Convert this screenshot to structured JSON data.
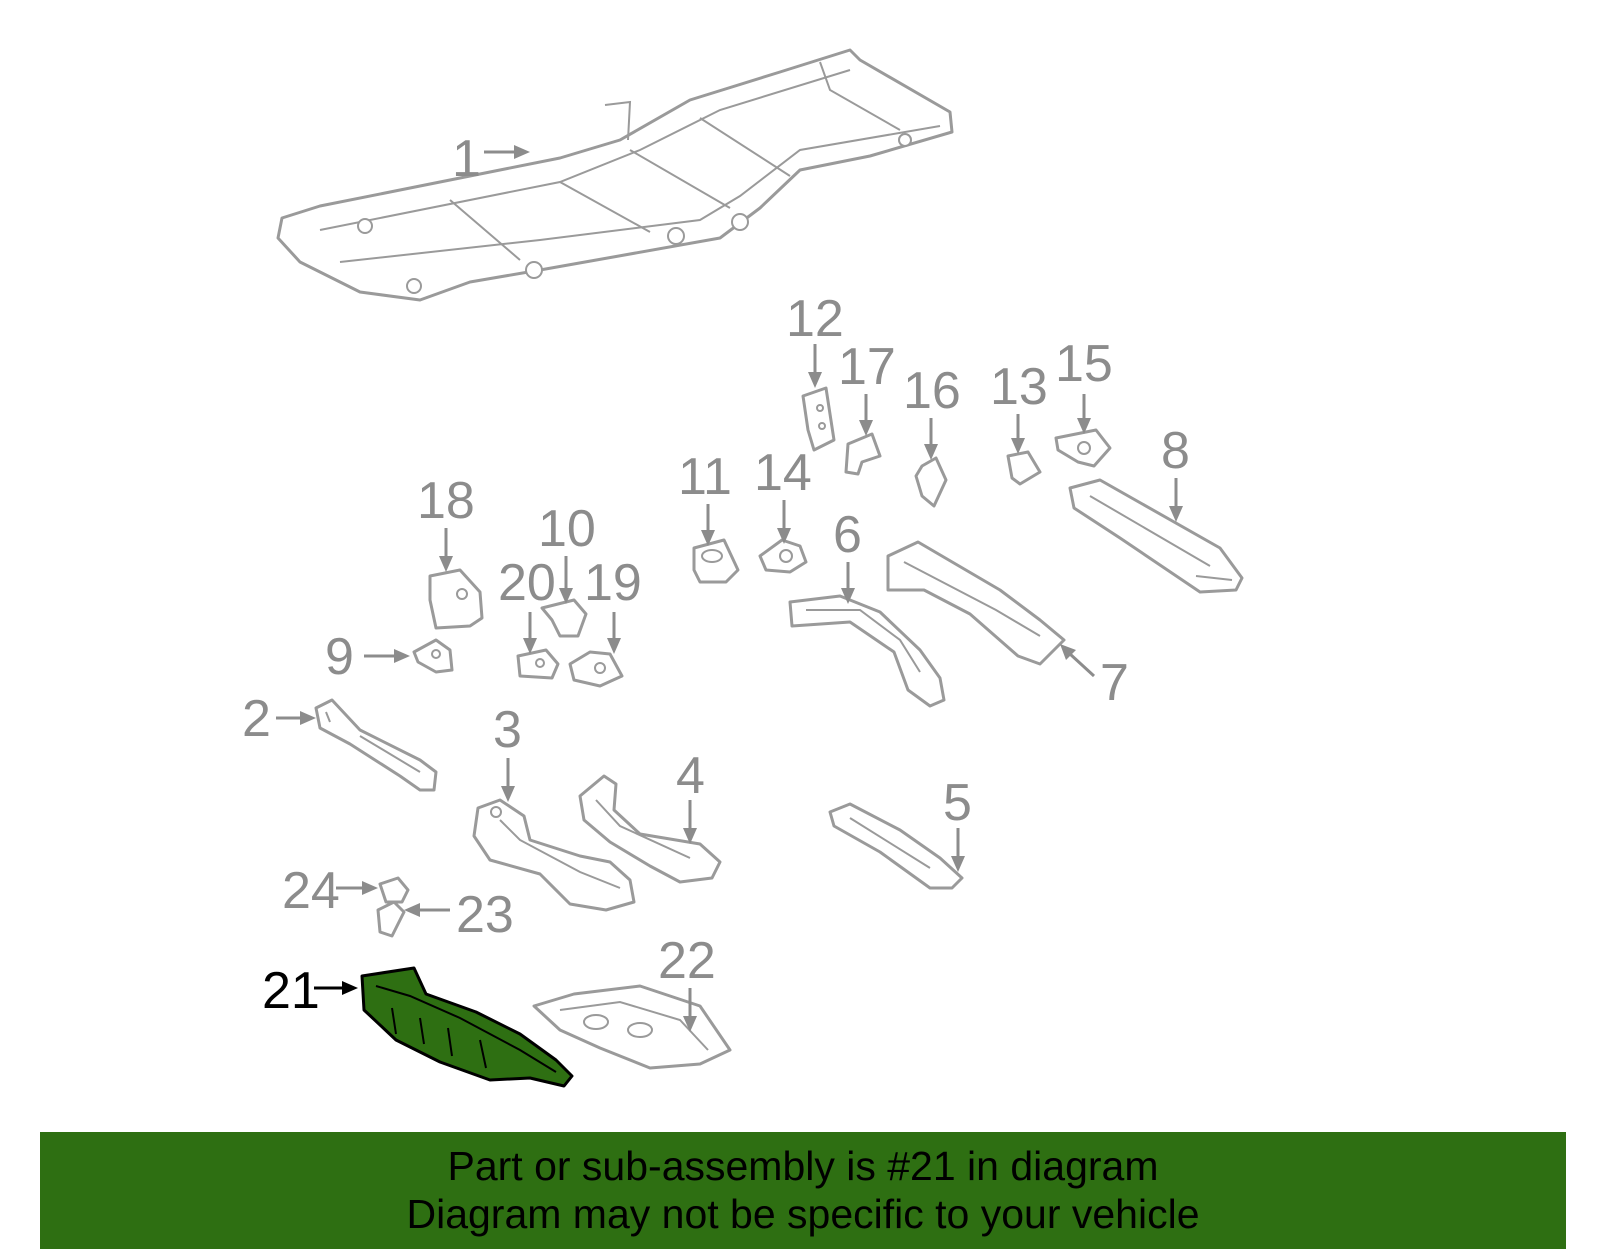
{
  "callouts": [
    "1",
    "2",
    "3",
    "4",
    "5",
    "6",
    "7",
    "8",
    "9",
    "10",
    "11",
    "12",
    "13",
    "14",
    "15",
    "16",
    "17",
    "18",
    "19",
    "20",
    "21",
    "22",
    "23",
    "24"
  ],
  "highlighted_callout": "21",
  "colors": {
    "highlight": "#2e6f12",
    "line_art": "#9a9a9a",
    "callout_text": "#8c8c8c",
    "banner_bg": "#2e6f12"
  },
  "banner": {
    "line1": "Part or sub-assembly is #21 in diagram",
    "line2": "Diagram may not be specific to your vehicle"
  }
}
